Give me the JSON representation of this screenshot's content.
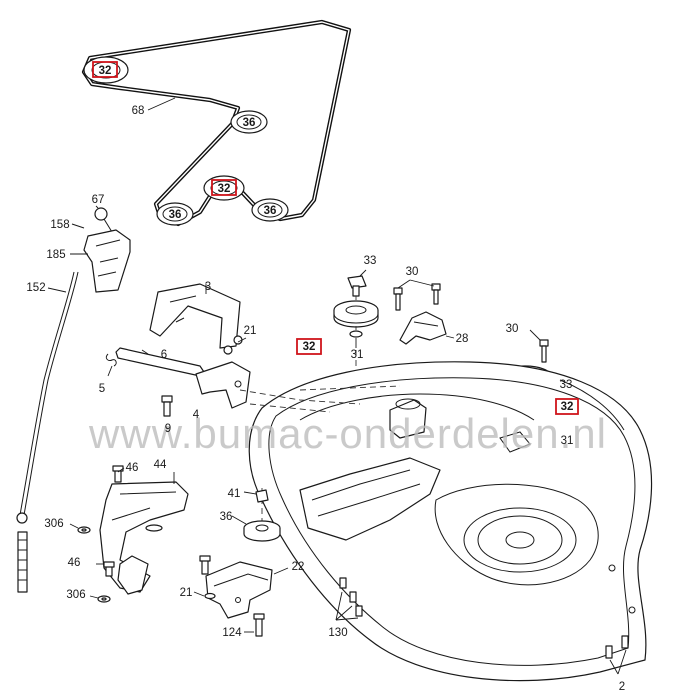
{
  "watermark": "www.bumac-onderdelen.nl",
  "accent_color": "#d0141b",
  "callouts": {
    "belt_idler_top": "32",
    "belt": "68",
    "belt_pulley_right": "36",
    "belt_idler_center": "32",
    "belt_pulley_left": "36",
    "belt_pulley_bottom": "36",
    "knob": "67",
    "screw_158": "158",
    "lever": "185",
    "cable": "152",
    "bracket": "3",
    "rod": "6",
    "spring": "5",
    "bolt_9": "9",
    "bracket_4": "4",
    "nut_21_upper": "21",
    "nut_33_mid": "33",
    "bolt_30_mid": "30",
    "idler_mid": "32",
    "washer_31_mid": "31",
    "arm_28": "28",
    "bolt_30_right": "30",
    "nut_33_right": "33",
    "idler_right": "32",
    "washer_31_right": "31",
    "bolt_46_top": "46",
    "chute_44": "44",
    "washer_306_top": "306",
    "bolt_46_bottom": "46",
    "washer_306_bottom": "306",
    "nut_41": "41",
    "pulley_36_lower": "36",
    "bracket_22": "22",
    "nut_21_lower": "21",
    "bolt_124": "124",
    "bolt_130": "130",
    "bolt_2": "2"
  }
}
